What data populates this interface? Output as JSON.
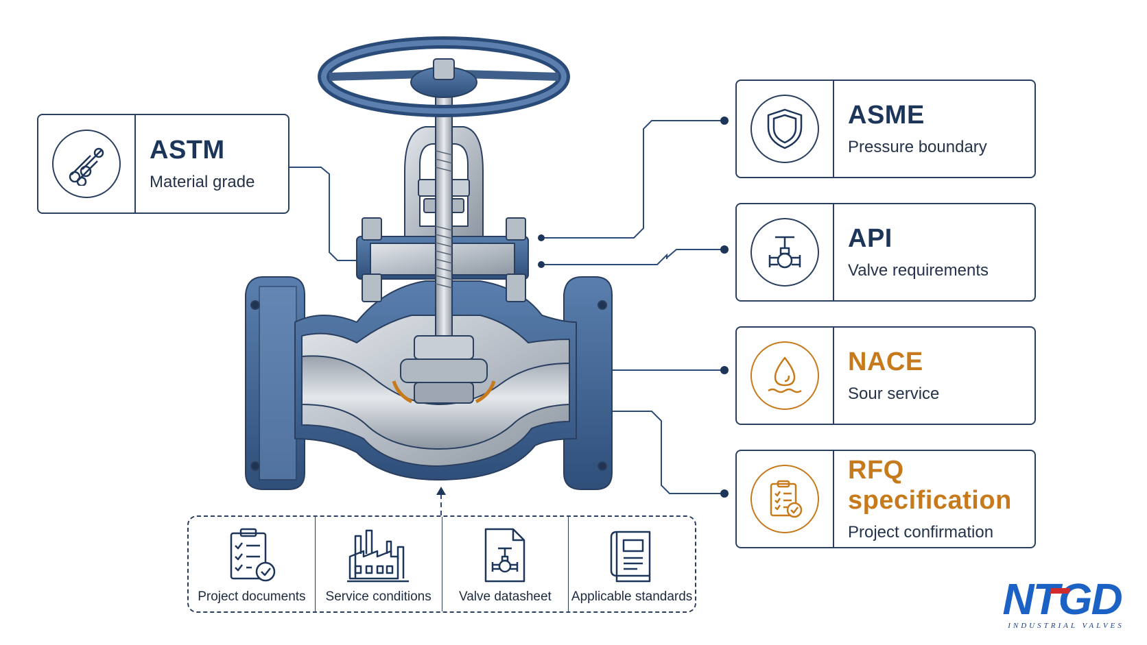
{
  "cards": [
    {
      "id": "astm",
      "title": "ASTM",
      "subtitle": "Material grade",
      "icon": "pipe-bundle-icon",
      "accent": "#1c3559"
    },
    {
      "id": "asme",
      "title": "ASME",
      "subtitle": "Pressure boundary",
      "icon": "shield-icon",
      "accent": "#1c3559"
    },
    {
      "id": "api",
      "title": "API",
      "subtitle": "Valve requirements",
      "icon": "valve-icon",
      "accent": "#1c3559"
    },
    {
      "id": "nace",
      "title": "NACE",
      "subtitle": "Sour service",
      "icon": "droplet-icon",
      "accent": "#c67a1c"
    },
    {
      "id": "rfq",
      "title": "RFQ specification",
      "subtitle": "Project confirmation",
      "icon": "clipboard-check-icon",
      "accent": "#c67a1c"
    }
  ],
  "inputs": [
    {
      "label": "Project documents",
      "icon": "clipboard-check-icon"
    },
    {
      "label": "Service conditions",
      "icon": "factory-icon"
    },
    {
      "label": "Valve datasheet",
      "icon": "datasheet-icon"
    },
    {
      "label": "Applicable standards",
      "icon": "book-icon"
    }
  ],
  "logo": {
    "mark": "NTGD",
    "tagline": "INDUSTRIAL VALVES"
  },
  "colors": {
    "navy": "#1c3559",
    "steel_blue": "#3f5f8a",
    "orange": "#c67a1c",
    "steel": "#b9c1ca"
  }
}
